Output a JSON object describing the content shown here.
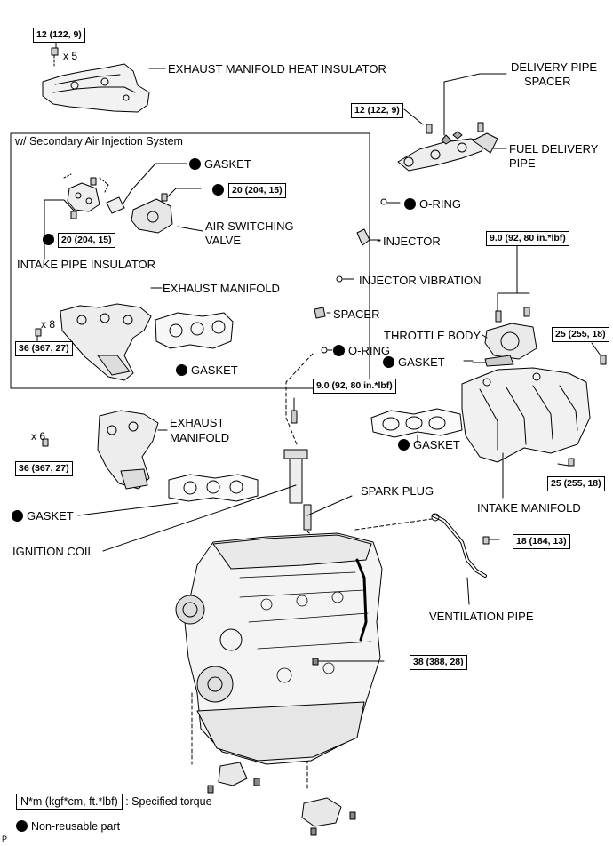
{
  "torques": {
    "t_heat_ins": "12 (122, 9)",
    "t_delivery": "12 (122, 9)",
    "t_air_switch": "20 (204, 15)",
    "t_intake_pipe": "20 (204, 15)",
    "t_throttle": "9.0 (92, 80 in.*lbf)",
    "t_im_top": "25 (255, 18)",
    "t_exh_man_1": "36 (367, 27)",
    "t_coil": "9.0 (92, 80 in.*lbf)",
    "t_im_bottom": "25 (255, 18)",
    "t_exh_man_2": "36 (367, 27)",
    "t_vent": "18 (184, 13)",
    "t_engine": "38 (388, 28)"
  },
  "counts": {
    "x5": "x 5",
    "x8": "x 8",
    "x6": "x 6"
  },
  "labels": {
    "exhaust_heat_ins": "EXHAUST MANIFOLD HEAT INSULATOR",
    "delivery_spacer_1": "DELIVERY PIPE",
    "delivery_spacer_2": "SPACER",
    "fuel_delivery_1": "FUEL DELIVERY",
    "fuel_delivery_2": "PIPE",
    "secondary_air": "w/ Secondary Air Injection System",
    "gasket_sai": "GASKET",
    "air_switch_1": "AIR SWITCHING",
    "air_switch_2": "VALVE",
    "intake_pipe_ins": "INTAKE PIPE INSULATOR",
    "exhaust_man_1": "EXHAUST MANIFOLD",
    "gasket_exh_1": "GASKET",
    "oring_1": "O-RING",
    "injector": "INJECTOR",
    "injector_vib": "INJECTOR VIBRATION",
    "spacer": "SPACER",
    "throttle_body": "THROTTLE BODY",
    "gasket_tb": "GASKET",
    "oring_2": "O-RING",
    "gasket_im": "GASKET",
    "exhaust_man_2_1": "EXHAUST",
    "exhaust_man_2_2": "MANIFOLD",
    "gasket_exh_2": "GASKET",
    "spark_plug": "SPARK PLUG",
    "intake_manifold": "INTAKE MANIFOLD",
    "ignition_coil": "IGNITION COIL",
    "ventilation_pipe": "VENTILATION PIPE"
  },
  "legend": {
    "torque_unit": "N*m (kgf*cm, ft.*lbf)",
    "torque_desc": ": Specified torque",
    "nonreusable": "Non-reusable part"
  },
  "footer": {
    "code": "P"
  }
}
